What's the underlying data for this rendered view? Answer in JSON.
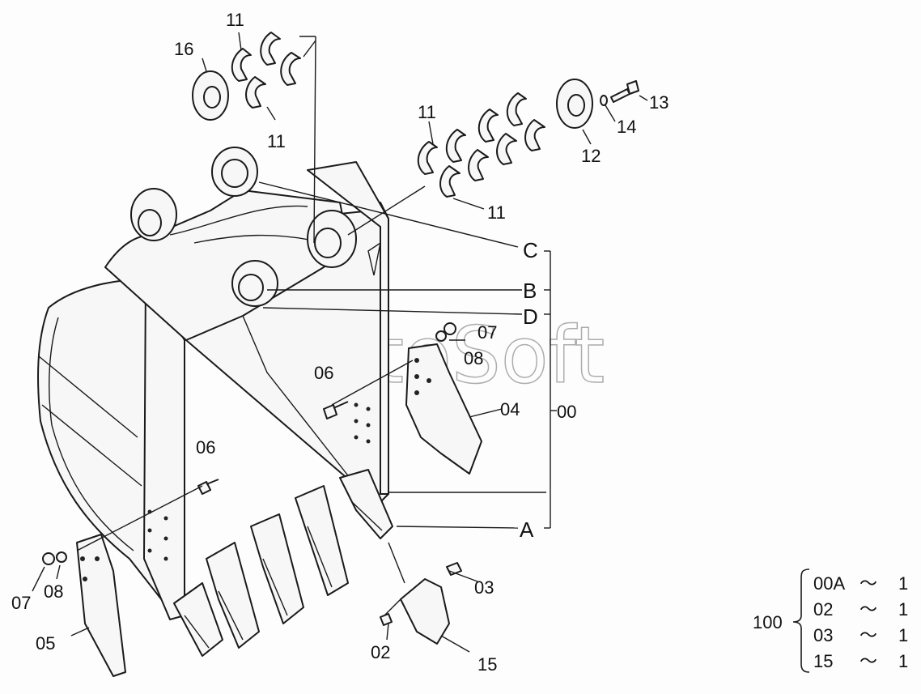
{
  "watermark": "AutoSoft",
  "labels": {
    "p11a": "11",
    "p11b": "11",
    "p11c": "11",
    "p11d": "11",
    "p16": "16",
    "p13": "13",
    "p14": "14",
    "p12": "12",
    "c": "C",
    "b": "B",
    "d": "D",
    "a": "A",
    "p07r": "07",
    "p08r": "08",
    "p06u": "06",
    "p04": "04",
    "p00": "00",
    "p06l": "06",
    "p07l": "07",
    "p08l": "08",
    "p05": "05",
    "p03": "03",
    "p02": "02",
    "p15": "15"
  },
  "kit": {
    "total": "100",
    "rows": [
      {
        "part": "00A",
        "sep": "〜",
        "qty": "1"
      },
      {
        "part": "02",
        "sep": "〜",
        "qty": "1"
      },
      {
        "part": "03",
        "sep": "〜",
        "qty": "1"
      },
      {
        "part": "15",
        "sep": "〜",
        "qty": "1"
      }
    ]
  }
}
